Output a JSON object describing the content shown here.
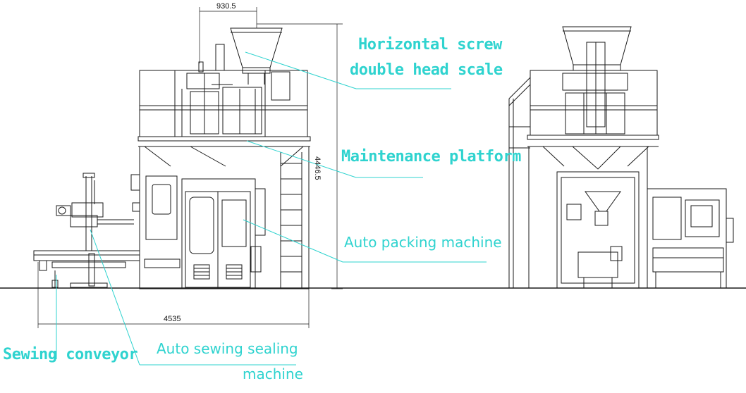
{
  "dimensions": {
    "top_width": "930.5",
    "height": "4446.5",
    "base_width": "4535"
  },
  "labels": {
    "scale_line1": "Horizontal screw",
    "scale_line2": "double head scale",
    "platform": "Maintenance platform",
    "packing": "Auto packing machine",
    "sewing_conveyor": "Sewing conveyor",
    "sewing_machine_line1": "Auto sewing sealing",
    "sewing_machine_line2": "machine"
  },
  "colors": {
    "line": "#1a1a1a",
    "annotation": "#2fd3cf",
    "background": "#ffffff"
  }
}
